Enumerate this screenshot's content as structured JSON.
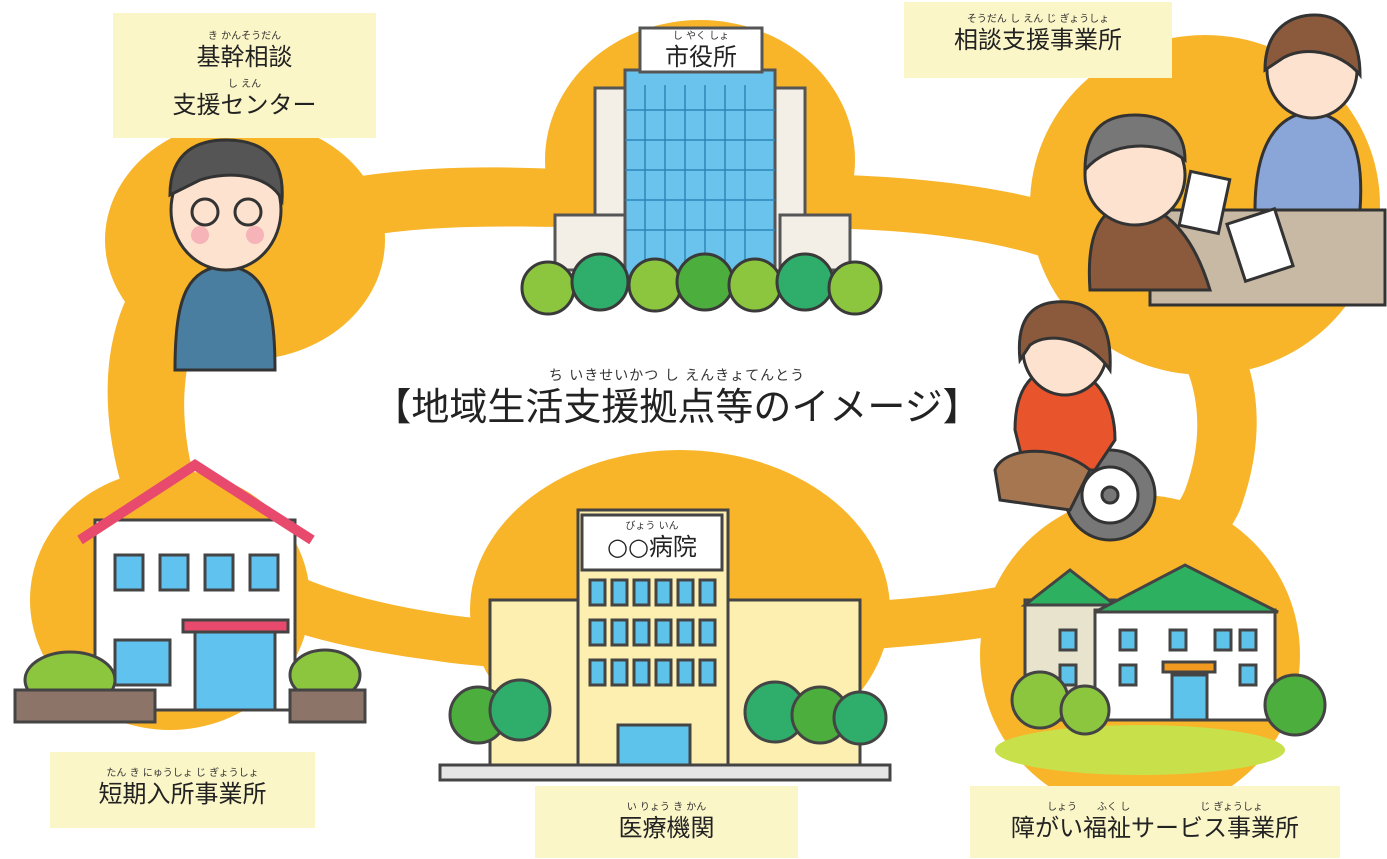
{
  "title": {
    "ruby": "ち いきせいかつ し えんきょてんとう",
    "text": "【地域生活支援拠点等のイメージ】"
  },
  "labels": {
    "kikan": {
      "ruby1": "き かんそうだん",
      "line1": "基幹相談",
      "ruby2": "し えん",
      "line2": "支援センター"
    },
    "shiyakusho": {
      "ruby": "し やく しょ",
      "text": "市役所"
    },
    "soudan": {
      "ruby": "そうだん し えん じ ぎょうしょ",
      "text": "相談支援事業所"
    },
    "tanki": {
      "ruby": "たん き にゅうしょ じ ぎょうしょ",
      "text": "短期入所事業所"
    },
    "byouin": {
      "ruby": "びょう いん",
      "text": "○○病院"
    },
    "iryou": {
      "ruby": "い りょう き かん",
      "text": "医療機関"
    },
    "shougai": {
      "ruby": "しょう　　ふく し　　　　　　　じ ぎょうしょ",
      "text": "障がい福祉サービス事業所"
    }
  },
  "colors": {
    "ring": "#f8b52a",
    "label_bg": "#fbf6c8",
    "tree_green": "#5cb531",
    "building_blue": "#5ec3ea"
  }
}
